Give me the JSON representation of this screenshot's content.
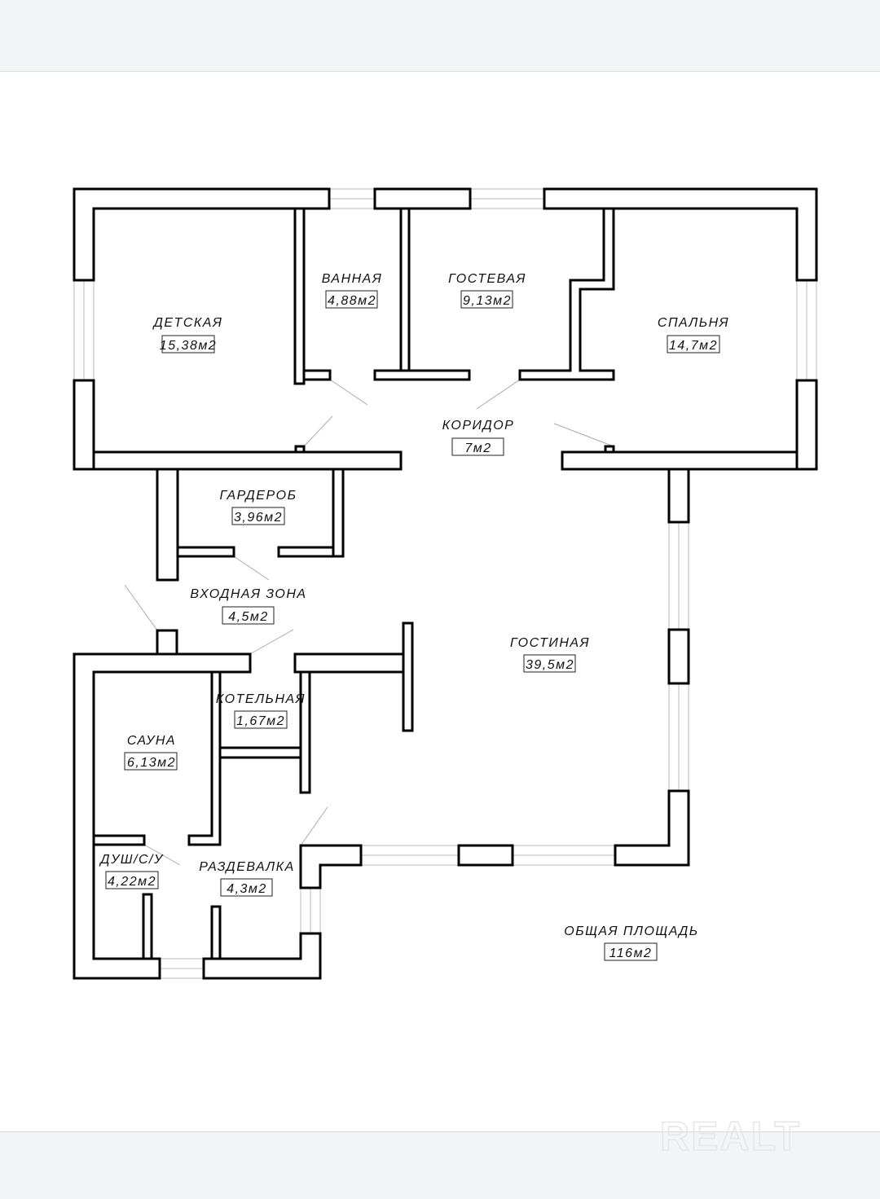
{
  "rooms": [
    {
      "name": "ДЕТСКАЯ",
      "area": "15,38м2"
    },
    {
      "name": "ВАННАЯ",
      "area": "4,88м2"
    },
    {
      "name": "ГОСТЕВАЯ",
      "area": "9,13м2"
    },
    {
      "name": "СПАЛЬНЯ",
      "area": "14,7м2"
    },
    {
      "name": "КОРИДОР",
      "area": "7м2"
    },
    {
      "name": "ГАРДЕРОБ",
      "area": "3,96м2"
    },
    {
      "name": "ВХОДНАЯ ЗОНА",
      "area": "4,5м2"
    },
    {
      "name": "ГОСТИНАЯ",
      "area": "39,5м2"
    },
    {
      "name": "КОТЕЛЬНАЯ",
      "area": "1,67м2"
    },
    {
      "name": "САУНА",
      "area": "6,13м2"
    },
    {
      "name": "ДУШ/С/У",
      "area": "4,22м2"
    },
    {
      "name": "РАЗДЕВАЛКА",
      "area": "4,3м2"
    }
  ],
  "total": {
    "name": "ОБЩАЯ ПЛОЩАДЬ",
    "area": "116м2"
  },
  "watermark": "REALT"
}
